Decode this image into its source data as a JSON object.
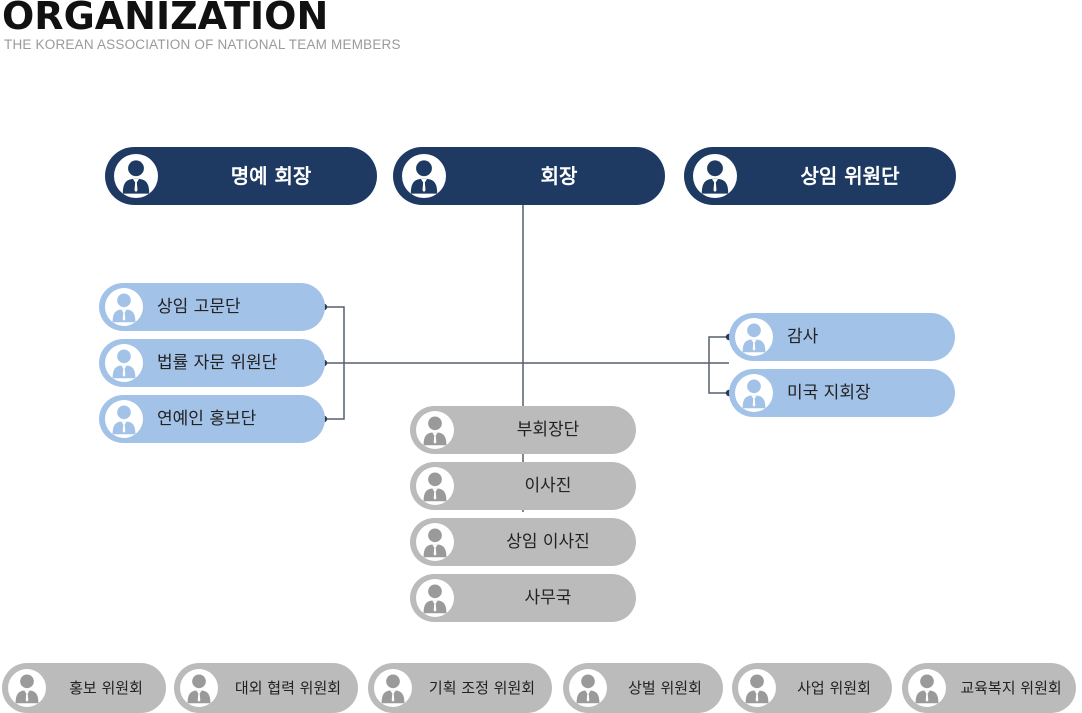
{
  "header": {
    "title": "ORGANIZATION",
    "subtitle": "THE KOREAN ASSOCIATION OF NATIONAL TEAM MEMBERS"
  },
  "colors": {
    "dark_navy": "#1e3a62",
    "light_blue": "#a3c2e8",
    "gray": "#bbbbbb",
    "connector": "#4a5a6a",
    "avatar_navy": "#1e3a62",
    "avatar_gray": "#9a9a9a"
  },
  "icons": {
    "person": "person-icon"
  },
  "top": [
    {
      "label": "명예 회장"
    },
    {
      "label": "회장"
    },
    {
      "label": "상임 위원단"
    }
  ],
  "left": [
    {
      "label": "상임 고문단"
    },
    {
      "label": "법률 자문 위원단"
    },
    {
      "label": "연예인 홍보단"
    }
  ],
  "right": [
    {
      "label": "감사"
    },
    {
      "label": "미국 지회장"
    }
  ],
  "center": [
    {
      "label": "부회장단"
    },
    {
      "label": "이사진"
    },
    {
      "label": "상임 이사진"
    },
    {
      "label": "사무국"
    }
  ],
  "bottom": [
    {
      "label": "홍보 위원회"
    },
    {
      "label": "대외 협력 위원회"
    },
    {
      "label": "기획 조정 위원회"
    },
    {
      "label": "상벌 위원회"
    },
    {
      "label": "사업 위원회"
    },
    {
      "label": "교육복지 위원회"
    }
  ]
}
